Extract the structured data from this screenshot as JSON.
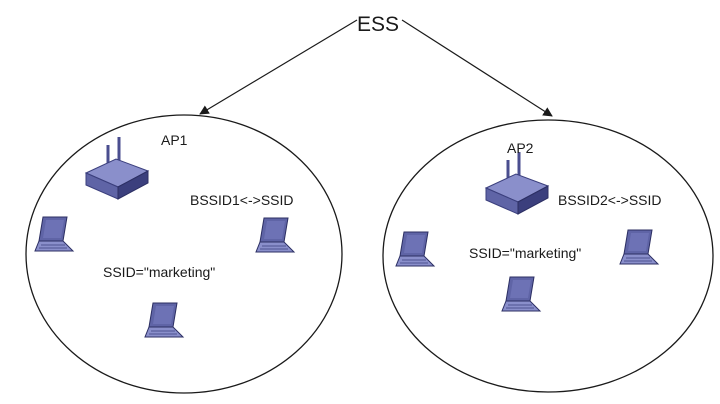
{
  "ess": {
    "label": "ESS"
  },
  "bss": [
    {
      "ap_label": "AP1",
      "bssid_label": "BSSID1<->SSID",
      "ssid_label": "SSID=\"marketing\"",
      "laptop_count": 3
    },
    {
      "ap_label": "AP2",
      "bssid_label": "BSSID2<->SSID",
      "ssid_label": "SSID=\"marketing\"",
      "laptop_count": 3
    }
  ],
  "colors": {
    "line": "#1a1a1a",
    "device_face": "#5f64a6",
    "device_top": "#8a8fcb",
    "device_side": "#3b3f7d",
    "antenna": "#4a4e8f",
    "screen_inner": "#6d72b5"
  }
}
